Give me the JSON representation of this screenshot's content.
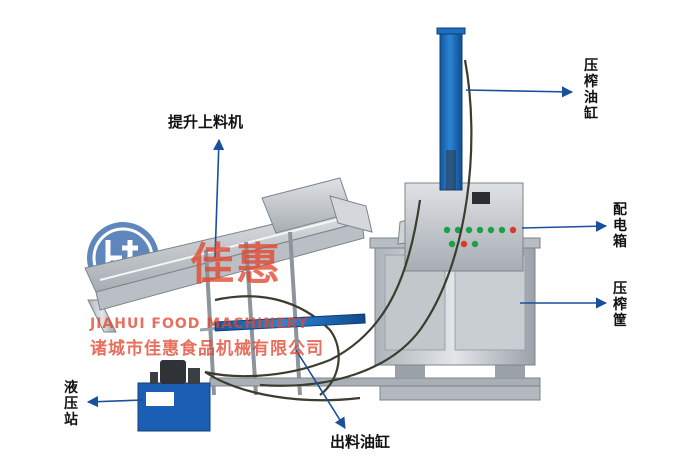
{
  "labels": {
    "press_cylinder": "压榨油缸",
    "control_box": "配电箱",
    "press_basket": "压榨筐",
    "hydraulic_station": "液压站",
    "hoist_feeder": "提升上料机",
    "discharge_cylinder": "出料油缸"
  },
  "watermark": {
    "brand_cn": "佳惠",
    "brand_en": "JIAHUI FOOD MACHINERY",
    "company": "诸城市佳惠食品机械有限公司"
  },
  "colors": {
    "steel": "#c9ced3",
    "steel_dark": "#8d949b",
    "cylinder_blue": "#1d6fc0",
    "hydraulic_blue": "#1b5fb5",
    "arrow": "#1a4f9c",
    "watermark_red": "#e24630",
    "logo_blue": "#2c5fa8"
  }
}
